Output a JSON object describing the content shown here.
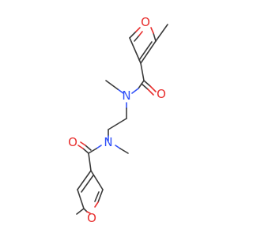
{
  "atoms": {
    "o_furan_top": "O",
    "o_carbonyl_top": "O",
    "n_top": "N",
    "n_bottom": "N",
    "o_carbonyl_bottom": "O",
    "o_furan_bottom": "O"
  },
  "colors": {
    "carbon_bond": "#3a3a3a",
    "oxygen": "#e8302f",
    "nitrogen": "#3050f8",
    "background": "#ffffff"
  }
}
